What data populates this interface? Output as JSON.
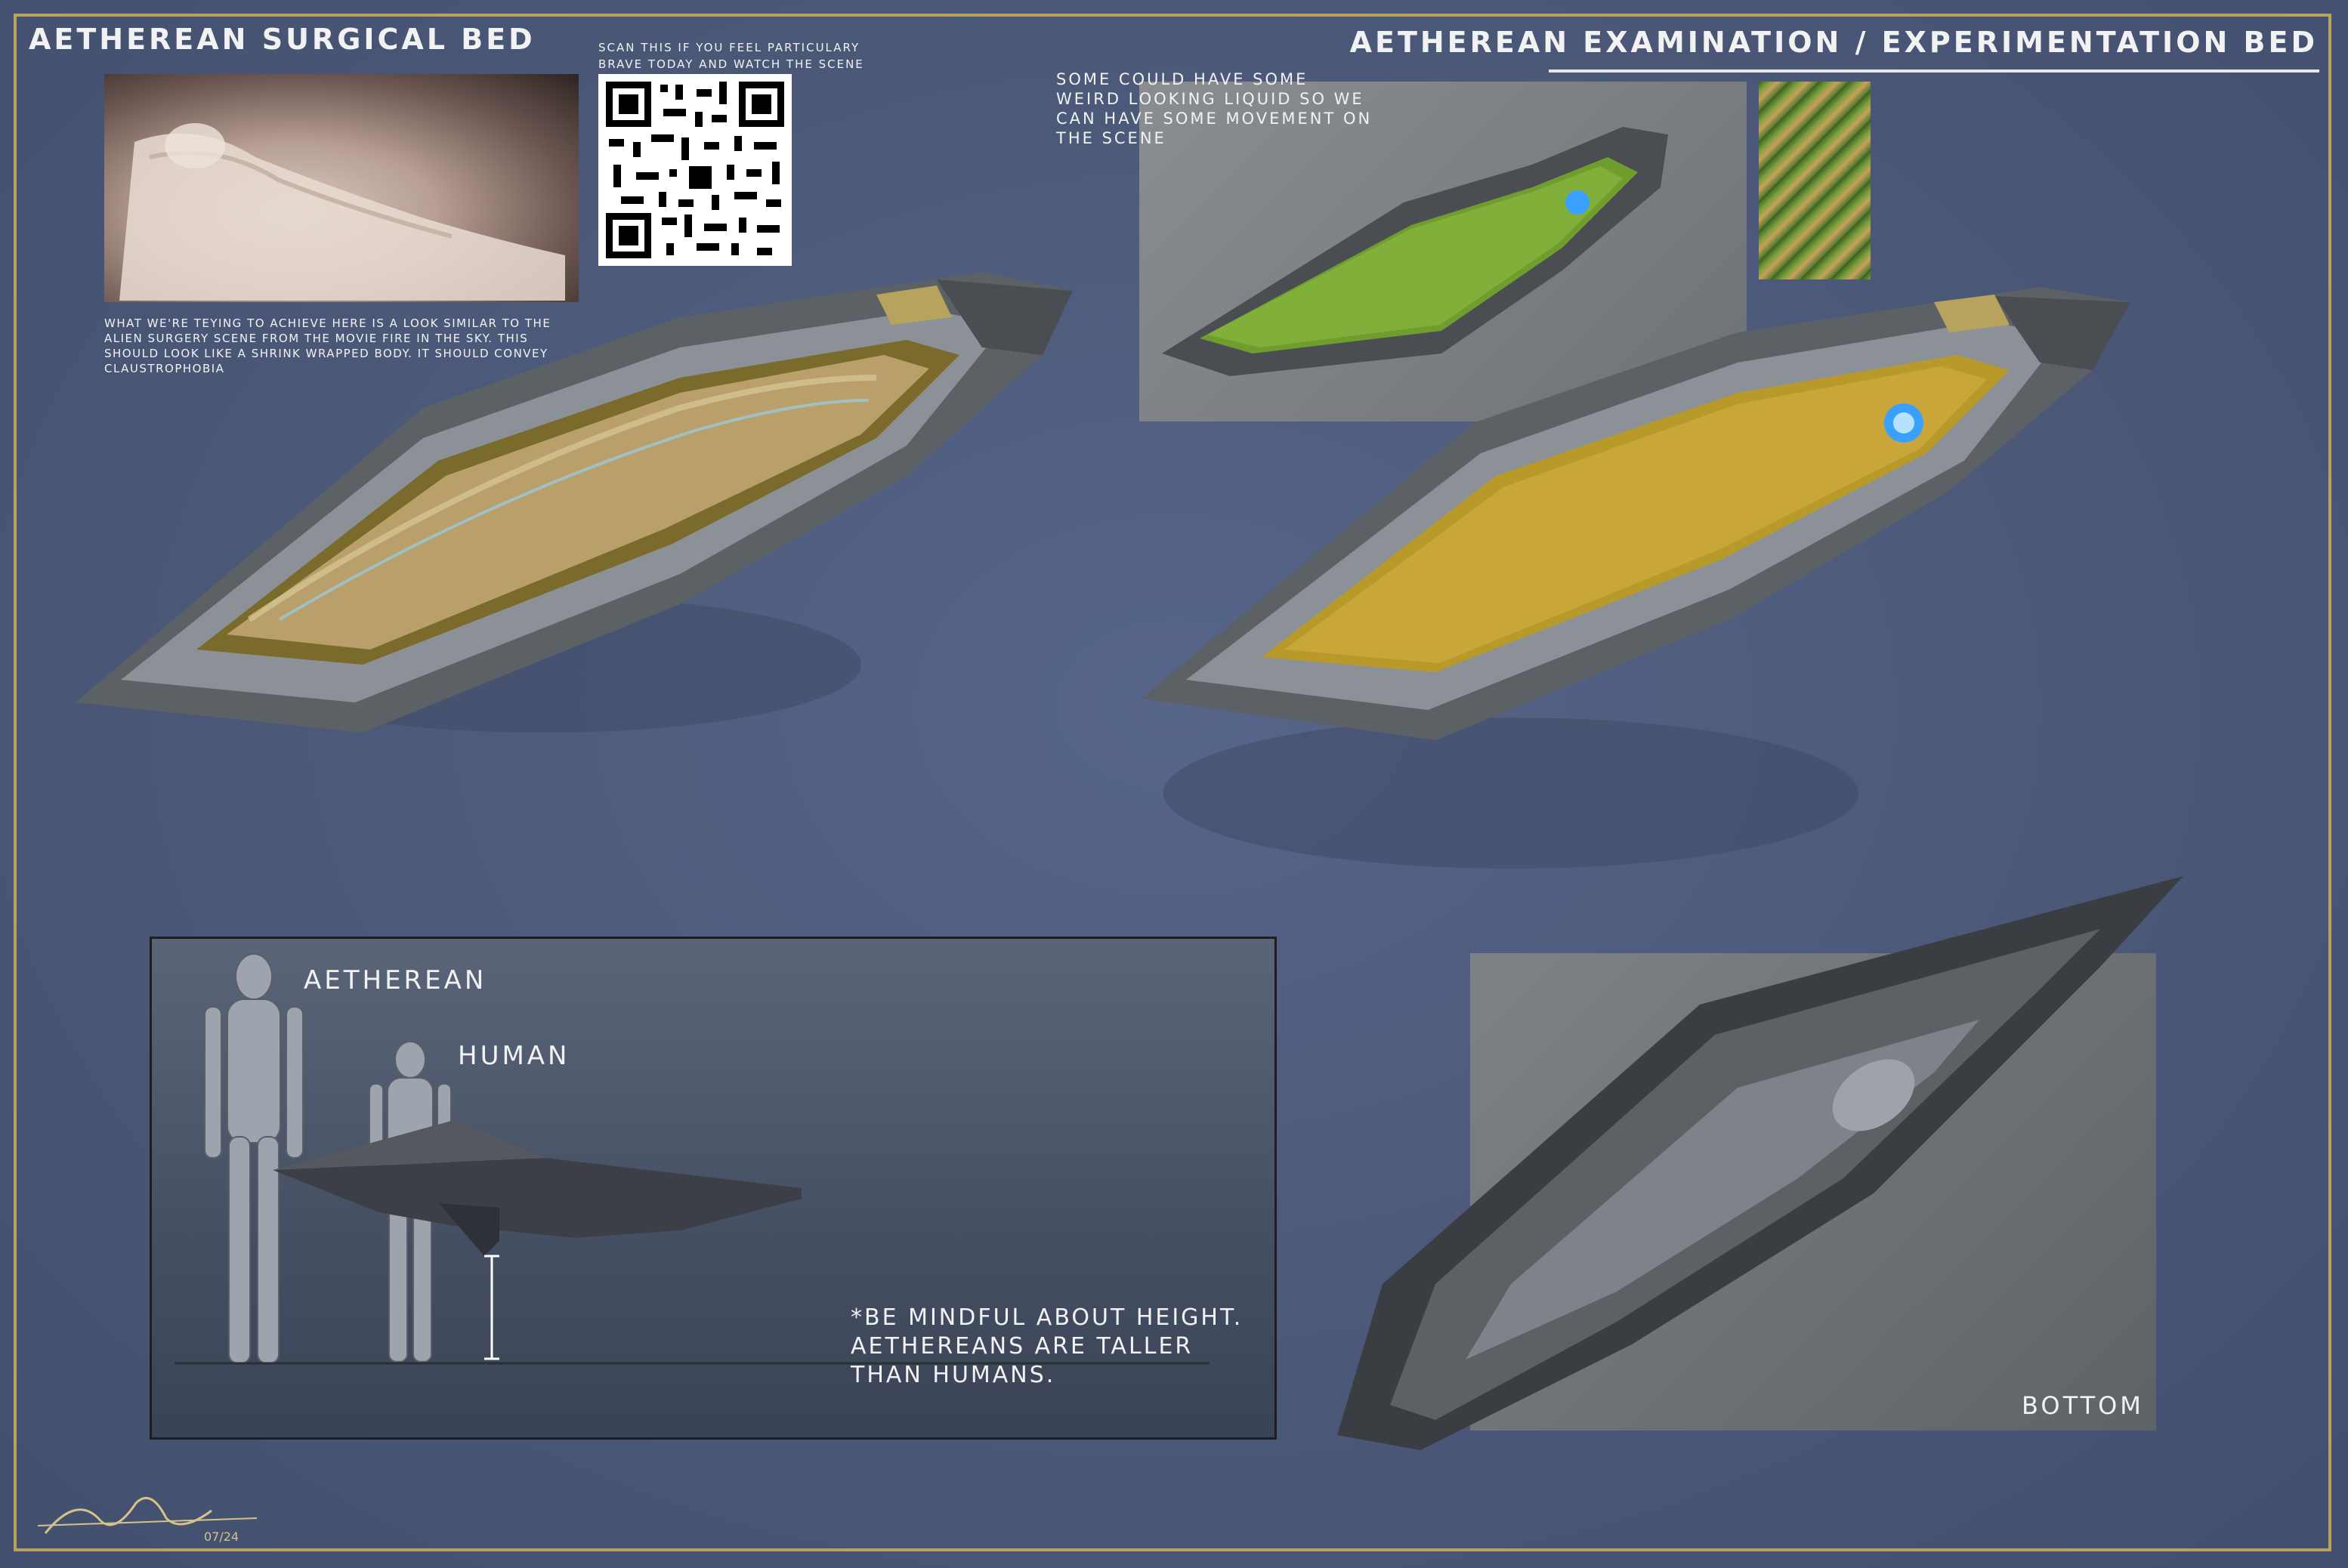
{
  "titles": {
    "left": "Aetherean Surgical Bed",
    "right": "Aetherean Examination / Experimentation Bed"
  },
  "notes": {
    "qr_caption": "Scan this if you feel particulary brave today and watch the scene",
    "description": "What we're teying to achieve here is a look similar to the alien surgery scene from the movie Fire in the Sky. This should look like a shrink wrapped body. It should convey claustrophobia",
    "liquid": "Some could have some weird looking liquid so we can have some movement on the scene",
    "height": "*Be mindful about height. Aethereans are taller than humans."
  },
  "labels": {
    "aetherean": "Aetherean",
    "human": "Human",
    "bottom": "Bottom"
  },
  "signature": {
    "date": "07/24"
  },
  "colors": {
    "background": "#4c5a7c",
    "frame": "#b8a35e",
    "text": "#f2f2f2",
    "bed_gold": "#c9a63a",
    "glow_blue": "#3aa0ff"
  }
}
